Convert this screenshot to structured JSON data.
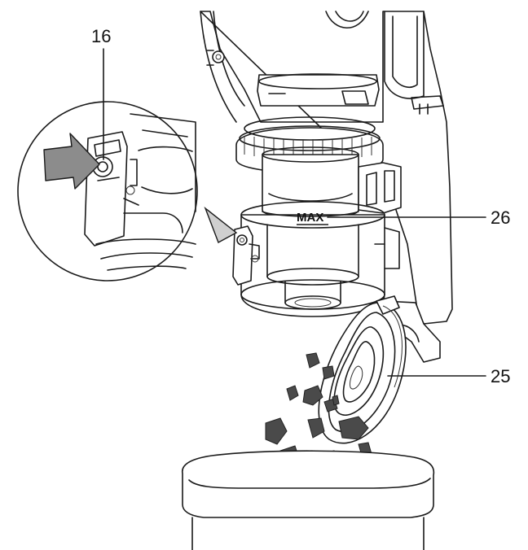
{
  "callouts": {
    "lock_button": "16",
    "max_mark": "26",
    "lid": "25"
  },
  "container": {
    "max_label": "MAX"
  },
  "colors": {
    "line": "#1a1a1a",
    "arrow": "#8c8c8c",
    "debris": "#4a4a4a"
  },
  "icons": {
    "press_indicator": "press-arrow-icon"
  }
}
